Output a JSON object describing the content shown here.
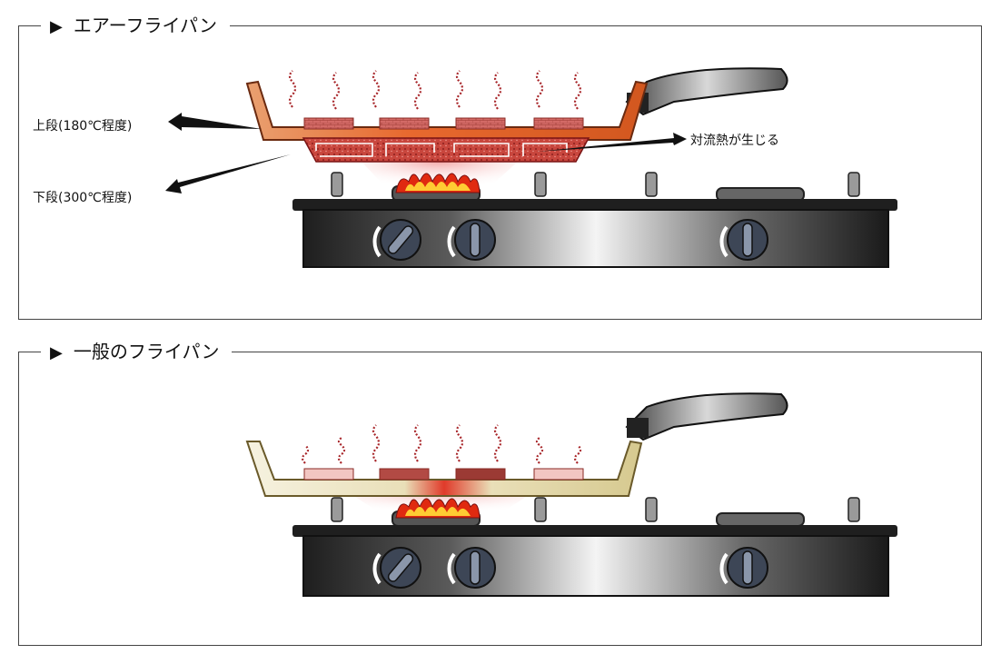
{
  "sections": {
    "air": {
      "title": "エアーフライパン",
      "labels": {
        "upper": "上段(180℃程度)",
        "lower": "下段(300℃程度)",
        "convection": "対流熱が生じる"
      }
    },
    "normal": {
      "title": "一般のフライパン"
    }
  },
  "icons": {
    "title_marker": "▶"
  },
  "colors": {
    "air_pan": "#e8692f",
    "air_pan_inner": "#d93a2a",
    "normal_pan": "#ece6c8",
    "food_top": "#c8504a",
    "steam": "#a8262a",
    "flame_outer": "#e02a10",
    "flame_inner": "#ffcc33",
    "stove_dark": "#2a2a2a"
  }
}
